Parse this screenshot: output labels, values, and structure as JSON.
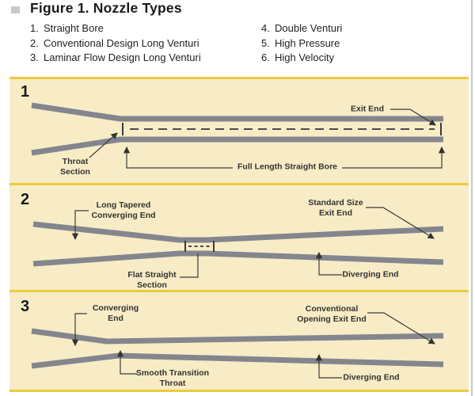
{
  "header": {
    "title": "Figure 1. Nozzle Types"
  },
  "legend": {
    "items": [
      {
        "number": "1.",
        "label": "Straight Bore"
      },
      {
        "number": "2.",
        "label": "Conventional Design Long Venturi"
      },
      {
        "number": "3.",
        "label": "Laminar Flow Design Long Venturi"
      },
      {
        "number": "4.",
        "label": "Double Venturi"
      },
      {
        "number": "5.",
        "label": "High Pressure"
      },
      {
        "number": "6.",
        "label": "High Velocity"
      }
    ]
  },
  "panels": [
    {
      "number": "1",
      "labels": {
        "exit_end": "Exit End",
        "throat_section": "Throat\nSection",
        "full_length": "Full Length Straight Bore"
      }
    },
    {
      "number": "2",
      "labels": {
        "long_tapered": "Long Tapered\nConverging End",
        "standard_size": "Standard Size\nExit End",
        "flat_straight": "Flat Straight\nSection",
        "diverging": "Diverging End"
      }
    },
    {
      "number": "3",
      "labels": {
        "converging": "Converging\nEnd",
        "conventional": "Conventional\nOpening Exit End",
        "smooth_transition": "Smooth Transition\nThroat",
        "diverging": "Diverging End"
      }
    }
  ],
  "colors": {
    "panel_background": "#F8ECC6",
    "separator_yellow": "#EACB3E",
    "nozzle_bar_gray": "#84868E",
    "label_text": "#333333",
    "title_text": "#1A1A1A",
    "bullet_gray": "#C9C9C9"
  }
}
